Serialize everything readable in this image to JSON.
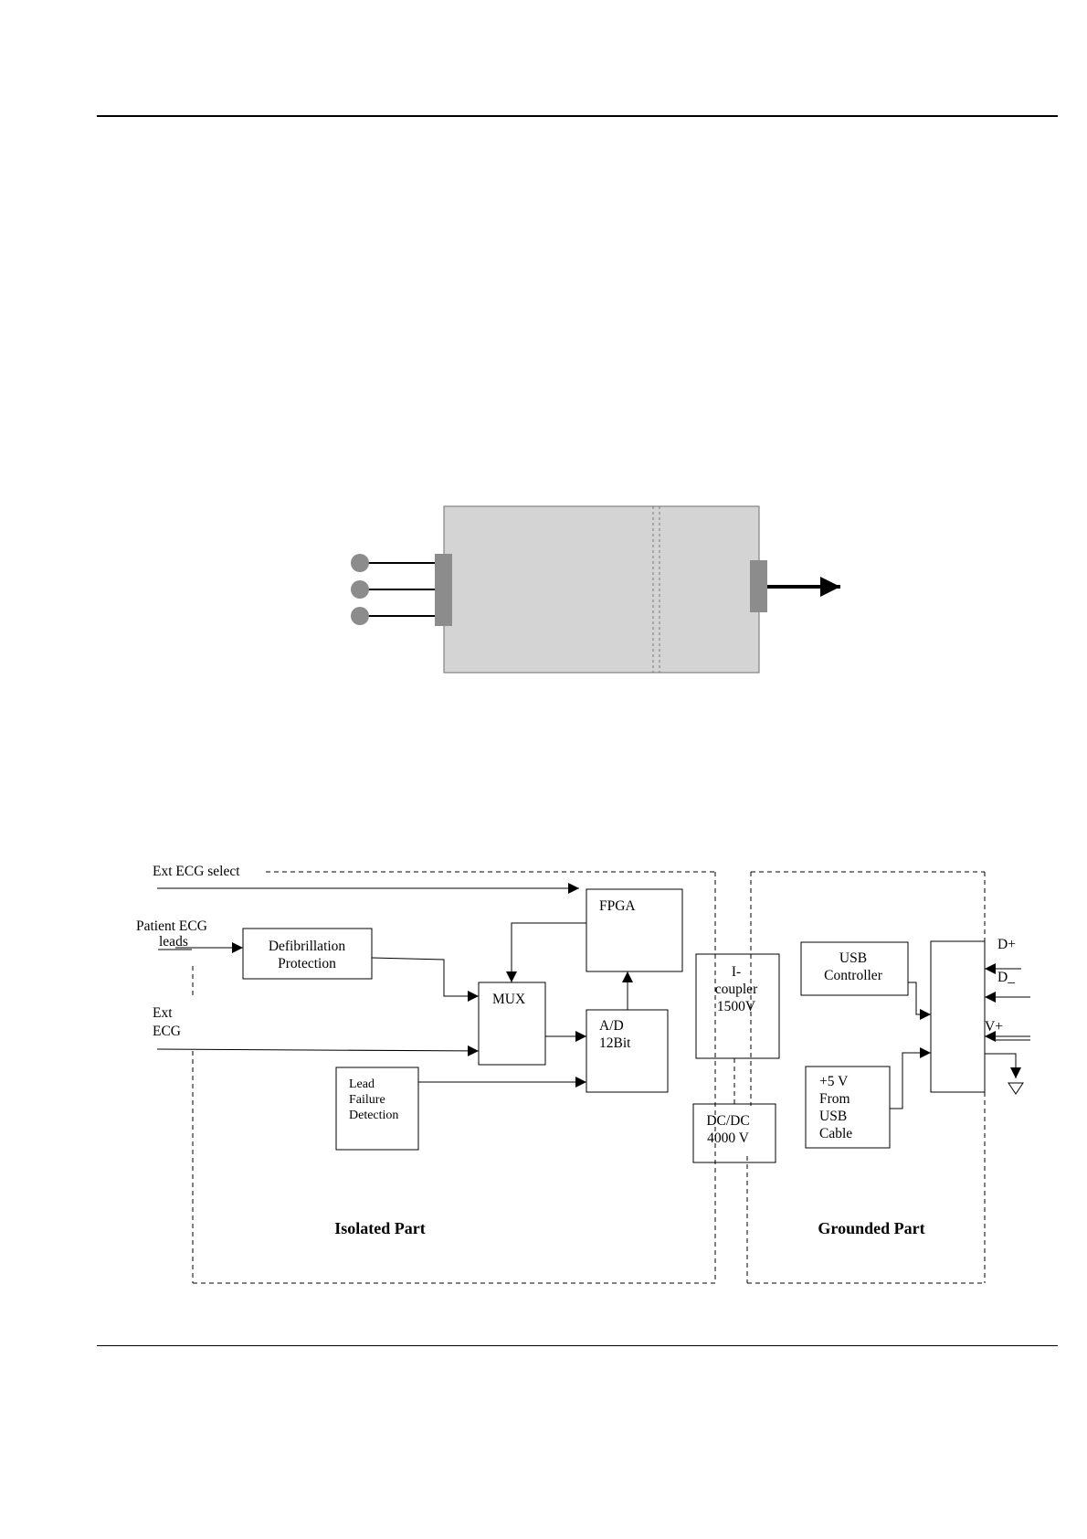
{
  "labels": {
    "ext_ecg_select": "Ext ECG select",
    "patient_ecg": "Patient ECG",
    "leads": "leads",
    "ext": "Ext",
    "ecg": "ECG",
    "isolated_part": "Isolated Part",
    "grounded_part": "Grounded Part",
    "d_plus": "D+",
    "d_minus": "D_",
    "v_plus": "V+"
  },
  "blocks": {
    "defib_line1": "Defibrillation",
    "defib_line2": "Protection",
    "fpga": "FPGA",
    "mux": "MUX",
    "ad_line1": "A/D",
    "ad_line2": "12Bit",
    "lead_line1": "Lead",
    "lead_line2": "Failure",
    "lead_line3": "Detection",
    "icoupler_line1": "I-",
    "icoupler_line2": "coupler",
    "icoupler_line3": "1500V",
    "dcdc_line1": "DC/DC",
    "dcdc_line2": "4000 V",
    "usb_line1": "USB",
    "usb_line2": "Controller",
    "pwr_line1": "+5 V",
    "pwr_line2": "From",
    "pwr_line3": "USB",
    "pwr_line4": "Cable"
  }
}
